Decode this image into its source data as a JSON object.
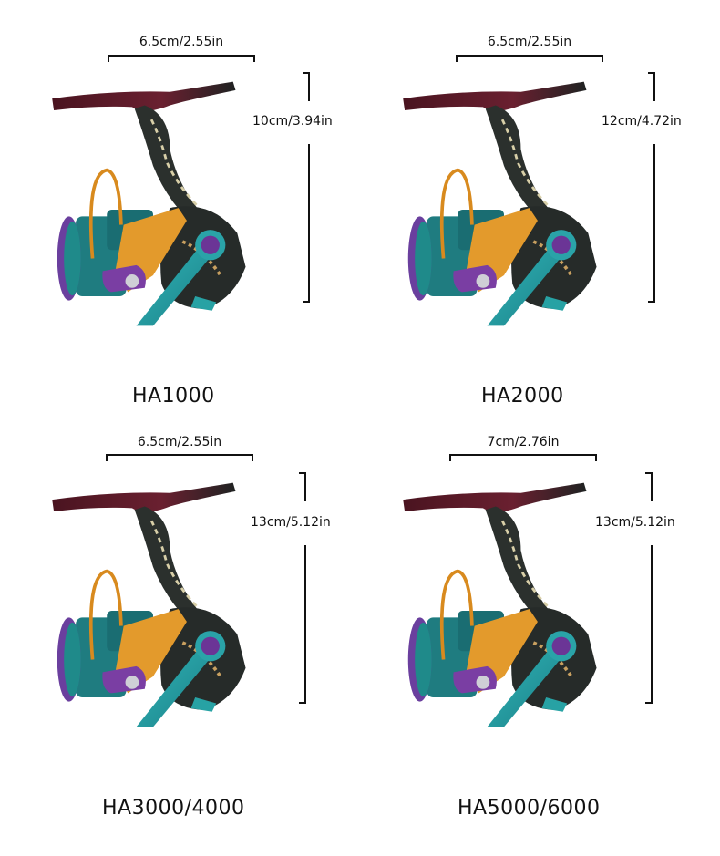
{
  "products": [
    {
      "model": "HA1000",
      "width_label": "6.5cm/2.55in",
      "height_label": "10cm/3.94in"
    },
    {
      "model": "HA2000",
      "width_label": "6.5cm/2.55in",
      "height_label": "12cm/4.72in"
    },
    {
      "model": "HA3000/4000",
      "width_label": "6.5cm/2.55in",
      "height_label": "13cm/5.12in"
    },
    {
      "model": "HA5000/6000",
      "width_label": "7cm/2.76in",
      "height_label": "13cm/5.12in"
    }
  ],
  "colors": {
    "handle_red": "#5a1a24",
    "body_dark": "#2a2f2c",
    "spool_teal": "#1f8a8a",
    "bail_orange": "#e0962a",
    "knob_purple": "#7b3fa0",
    "arm_cyan": "#3ab7b8"
  }
}
